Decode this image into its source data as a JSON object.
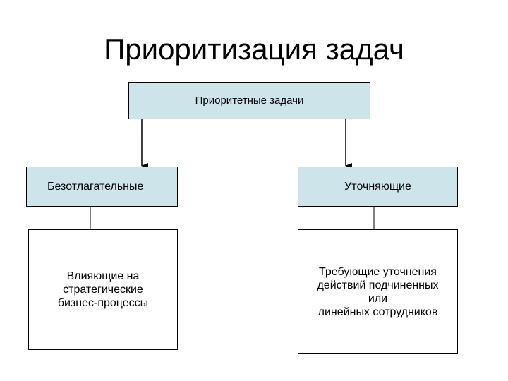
{
  "title": "Приоритизация задач",
  "root": {
    "label": "Приоритетные задачи"
  },
  "branches": [
    {
      "label": "Безотлагательные",
      "detail": "Влияющие на\nстратегические\nбизнес-процессы"
    },
    {
      "label": "Уточняющие",
      "detail": "Требующие уточнения\nдействий подчиненных\nили\nлинейных сотрудников"
    }
  ],
  "colors": {
    "box_fill": "#cde5ea",
    "line": "#000000",
    "background": "#ffffff"
  }
}
